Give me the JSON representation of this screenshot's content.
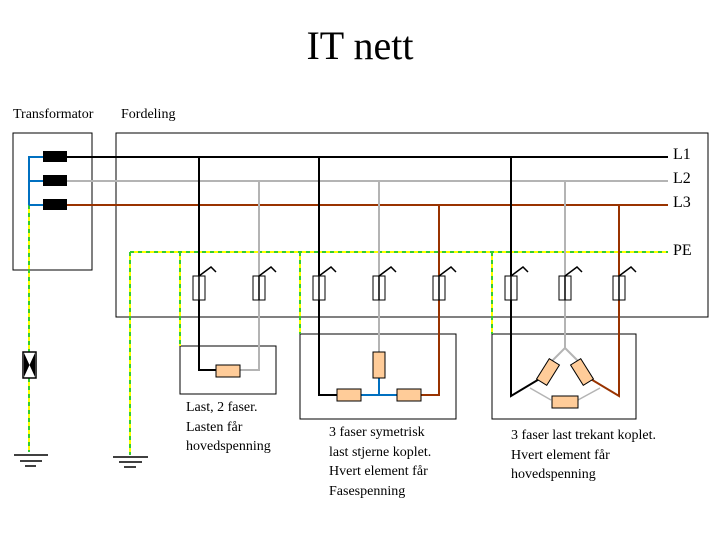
{
  "title": "IT nett",
  "labels": {
    "transformer": "Transformator",
    "distribution": "Fordeling",
    "l1": "L1",
    "l2": "L2",
    "l3": "L3",
    "pe": "PE"
  },
  "captions": {
    "load_two_phase": "Last, 2 faser.\nLasten får\nhovedspenning",
    "load_star": "3 faser symetrisk\nlast stjerne koplet.\nHvert element får\nFasespenning",
    "load_delta": "3 faser last trekant koplet.\nHvert element får\nhovedspenning"
  },
  "colors": {
    "l1": "#000000",
    "l2": "#b4b4b4",
    "l3": "#993300",
    "pe_green": "#33cc33",
    "pe_yellow": "#ffff00",
    "neutral_blue": "#0070c0",
    "resistor_fill": "#ffcc99"
  }
}
